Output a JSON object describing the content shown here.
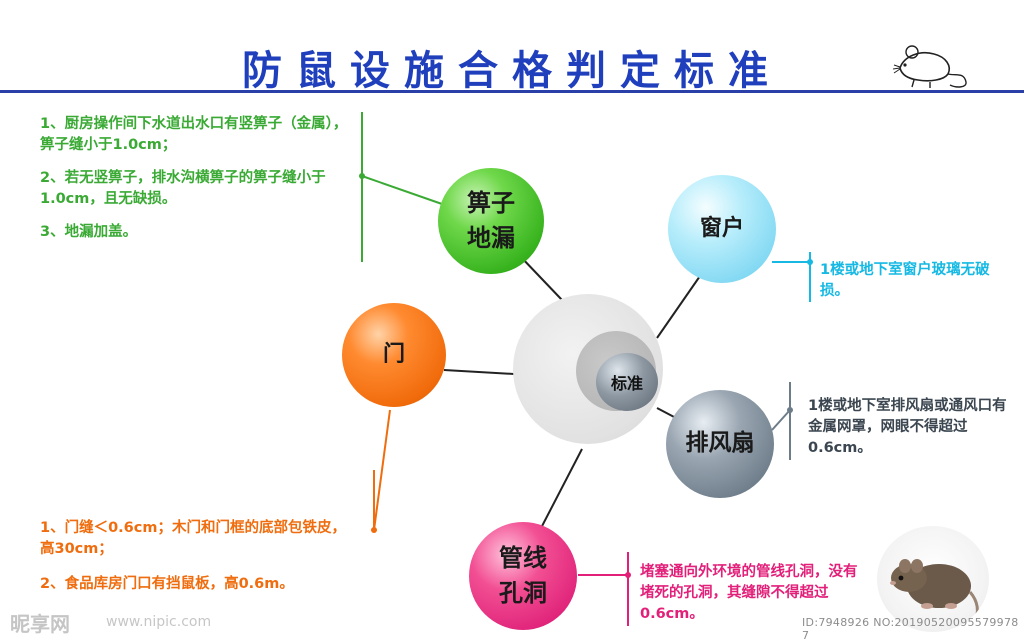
{
  "title": "防鼠设施合格判定标准",
  "center": {
    "label": "标准"
  },
  "nodes": {
    "suanzi": {
      "label": "箅子\n地漏"
    },
    "chuanghu": {
      "label": "窗户"
    },
    "men": {
      "label": "门"
    },
    "paifengshan": {
      "label": "排风扇"
    },
    "guanxian": {
      "label": "管线\n孔洞"
    }
  },
  "descriptions": {
    "suanzi": [
      "1、厨房操作间下水道出水口有竖箅子（金属），箅子缝小于1.0cm；",
      "2、若无竖箅子，排水沟横箅子的箅子缝小于1.0cm，且无缺损。",
      "3、地漏加盖。"
    ],
    "chuanghu": [
      "1楼或地下室窗户玻璃无破损。"
    ],
    "paifengshan": [
      "1楼或地下室排风扇或通风口有金属网罩，网眼不得超过0.6cm。"
    ],
    "men": [
      "1、门缝＜0.6cm；木门和门框的底部包铁皮，高30cm；",
      "2、食品库房门口有挡鼠板，高0.6m。"
    ],
    "guanxian": [
      "堵塞通向外环境的管线孔洞，没有堵死的孔洞，其缝隙不得超过0.6cm。"
    ]
  },
  "footer": {
    "logo": "昵享网",
    "url": "www.nipic.com",
    "id": "ID:7948926 NO:20190520095579978 7"
  },
  "colors": {
    "title": "#1f3fbd",
    "green": "#3aaa35",
    "cyan": "#16b9e3",
    "gray": "#3b4650",
    "orange": "#ef6d0e",
    "pink": "#e2207a"
  }
}
